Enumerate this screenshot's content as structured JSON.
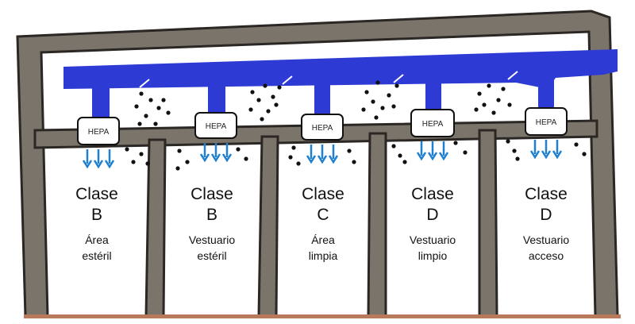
{
  "colors": {
    "wall": "#7b746a",
    "wall_outline": "#2a2724",
    "duct": "#2e3ad4",
    "arrow": "#1f7fd0",
    "floor": "#b87a5a",
    "particle": "#111111"
  },
  "hepa_label": "HEPA",
  "rooms": [
    {
      "clase": "Clase",
      "grado": "B",
      "line1": "Área",
      "line2": "estéril"
    },
    {
      "clase": "Clase",
      "grado": "B",
      "line1": "Vestuario",
      "line2": "estéril"
    },
    {
      "clase": "Clase",
      "grado": "C",
      "line1": "Área",
      "line2": "limpia"
    },
    {
      "clase": "Clase",
      "grado": "D",
      "line1": "Vestuario",
      "line2": "limpio"
    },
    {
      "clase": "Clase",
      "grado": "D",
      "line1": "Vestuario",
      "line2": "acceso"
    }
  ]
}
